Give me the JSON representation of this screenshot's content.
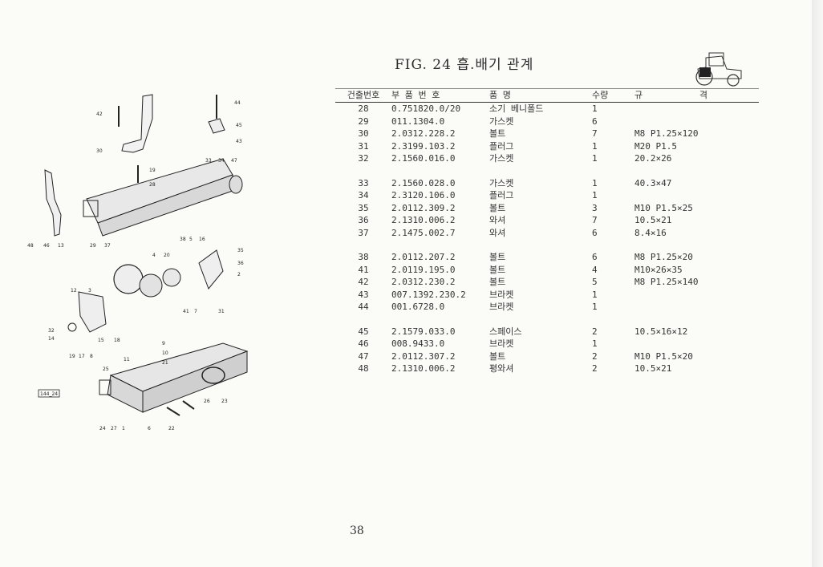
{
  "title": "FIG. 24 흡.배기 관계",
  "page_number": "38",
  "table": {
    "headers": {
      "item": "건출번호",
      "part_no": "부 품 번 호",
      "name": "품        명",
      "qty": "수량",
      "spec_a": "규",
      "spec_b": "격"
    },
    "rows": [
      {
        "item": "28",
        "part_no": "0.751820.0/20",
        "name": "소기 베니폴드",
        "qty": "1",
        "spec": ""
      },
      {
        "item": "29",
        "part_no": "011.1304.0",
        "name": "가스켓",
        "qty": "6",
        "spec": ""
      },
      {
        "item": "30",
        "part_no": "2.0312.228.2",
        "name": "볼트",
        "qty": "7",
        "spec": "M8 P1.25×120"
      },
      {
        "item": "31",
        "part_no": "2.3199.103.2",
        "name": "플러그",
        "qty": "1",
        "spec": "M20 P1.5"
      },
      {
        "item": "32",
        "part_no": "2.1560.016.0",
        "name": "가스켓",
        "qty": "1",
        "spec": "20.2×26"
      },
      {
        "item": "33",
        "part_no": "2.1560.028.0",
        "name": "가스켓",
        "qty": "1",
        "spec": "40.3×47"
      },
      {
        "item": "34",
        "part_no": "2.3120.106.0",
        "name": "플러그",
        "qty": "1",
        "spec": ""
      },
      {
        "item": "35",
        "part_no": "2.0112.309.2",
        "name": "볼트",
        "qty": "3",
        "spec": "M10 P1.5×25"
      },
      {
        "item": "36",
        "part_no": "2.1310.006.2",
        "name": "와셔",
        "qty": "7",
        "spec": "10.5×21"
      },
      {
        "item": "37",
        "part_no": "2.1475.002.7",
        "name": "와셔",
        "qty": "6",
        "spec": "8.4×16"
      },
      {
        "item": "38",
        "part_no": "2.0112.207.2",
        "name": "볼트",
        "qty": "6",
        "spec": "M8 P1.25×20"
      },
      {
        "item": "41",
        "part_no": "2.0119.195.0",
        "name": "볼트",
        "qty": "4",
        "spec": "M10×26×35"
      },
      {
        "item": "42",
        "part_no": "2.0312.230.2",
        "name": "볼트",
        "qty": "5",
        "spec": "M8 P1.25×140"
      },
      {
        "item": "43",
        "part_no": "007.1392.230.2",
        "name": "브라켓",
        "qty": "1",
        "spec": ""
      },
      {
        "item": "44",
        "part_no": "001.6728.0",
        "name": "브라켓",
        "qty": "1",
        "spec": ""
      },
      {
        "item": "45",
        "part_no": "2.1579.033.0",
        "name": "스페이스",
        "qty": "2",
        "spec": "10.5×16×12"
      },
      {
        "item": "46",
        "part_no": "008.9433.0",
        "name": "브라켓",
        "qty": "1",
        "spec": ""
      },
      {
        "item": "47",
        "part_no": "2.0112.307.2",
        "name": "볼트",
        "qty": "2",
        "spec": "M10 P1.5×20"
      },
      {
        "item": "48",
        "part_no": "2.1310.006.2",
        "name": "평와셔",
        "qty": "2",
        "spec": "10.5×21"
      }
    ]
  },
  "diagram": {
    "callouts": [
      "42",
      "44",
      "45",
      "43",
      "30",
      "19",
      "28",
      "33",
      "34",
      "47",
      "48",
      "46",
      "13",
      "29",
      "37",
      "38",
      "5",
      "16",
      "35",
      "36",
      "2",
      "4",
      "20",
      "12",
      "3",
      "41",
      "7",
      "31",
      "32",
      "14",
      "15",
      "18",
      "19",
      "17",
      "8",
      "9",
      "10",
      "11",
      "21",
      "25",
      "26",
      "23",
      "24",
      "27",
      "1",
      "6",
      "22"
    ],
    "figure_code": "144_24"
  }
}
